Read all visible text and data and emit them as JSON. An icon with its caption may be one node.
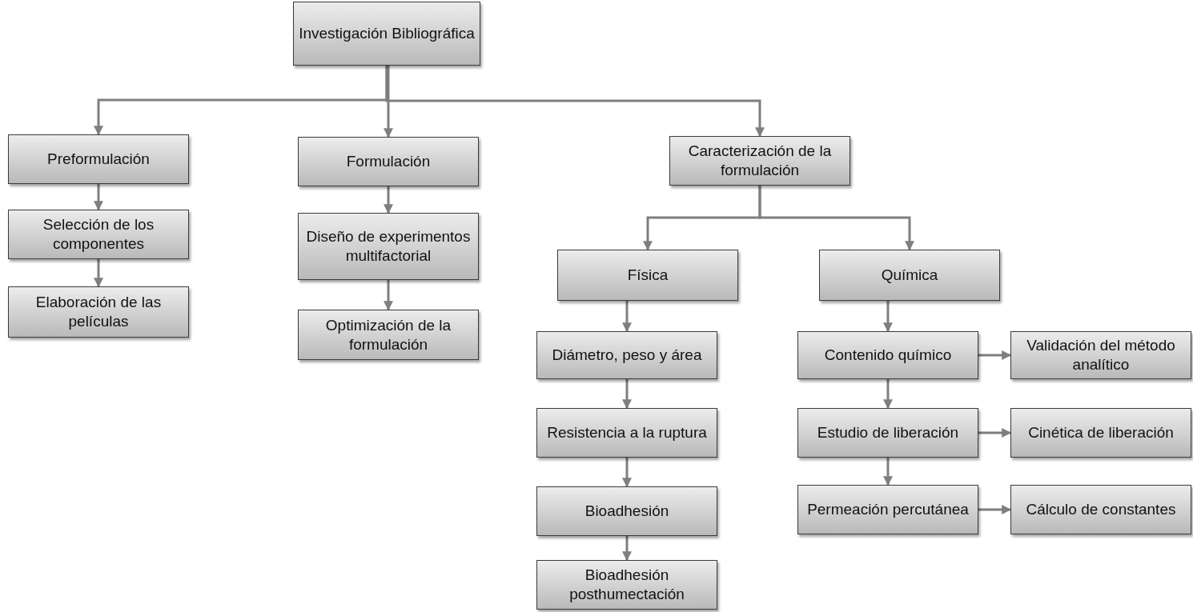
{
  "diagram": {
    "nodes": [
      {
        "text": [
          "Investigación Bibliográfica"
        ]
      },
      {
        "text": [
          "Preformulación"
        ]
      },
      {
        "text": [
          "Formulación"
        ]
      },
      {
        "text": [
          "Caracterización de la formulación"
        ]
      },
      {
        "text": [
          "Selección de los componentes"
        ]
      },
      {
        "text": [
          "Elaboración de las películas"
        ]
      },
      {
        "text": [
          "Diseño de experimentos multifactorial"
        ]
      },
      {
        "text": [
          "Optimización de la formulación"
        ]
      },
      {
        "text": [
          "Física"
        ]
      },
      {
        "text": [
          "Química"
        ]
      },
      {
        "text": [
          "Diámetro, peso y área"
        ]
      },
      {
        "text": [
          "Resistencia a la ruptura"
        ]
      },
      {
        "text": [
          "Bioadhesión"
        ]
      },
      {
        "text": [
          "Bioadhesión posthumectación"
        ]
      },
      {
        "text": [
          "Contenido químico"
        ]
      },
      {
        "text": [
          "Validación del método analítico"
        ]
      },
      {
        "text": [
          "Estudio de liberación"
        ]
      },
      {
        "text": [
          "Cinética de liberación"
        ]
      },
      {
        "text": [
          "Permeación percutánea"
        ]
      },
      {
        "text": [
          "Cálculo de constantes"
        ]
      }
    ],
    "edges": [
      {
        "from": 0,
        "to": 1,
        "arrow": "to"
      },
      {
        "from": 0,
        "to": 2,
        "arrow": "to"
      },
      {
        "from": 0,
        "to": 3,
        "arrow": "to"
      },
      {
        "from": 1,
        "to": 4,
        "arrow": "to"
      },
      {
        "from": 4,
        "to": 5,
        "arrow": "to"
      },
      {
        "from": 2,
        "to": 6,
        "arrow": "to"
      },
      {
        "from": 6,
        "to": 7,
        "arrow": "to"
      },
      {
        "from": 3,
        "to": 8,
        "arrow": "to"
      },
      {
        "from": 3,
        "to": 9,
        "arrow": "to"
      },
      {
        "from": 8,
        "to": 10,
        "arrow": "to"
      },
      {
        "from": 10,
        "to": 11,
        "arrow": "to"
      },
      {
        "from": 11,
        "to": 12,
        "arrow": "to"
      },
      {
        "from": 12,
        "to": 13,
        "arrow": "to"
      },
      {
        "from": 9,
        "to": 14,
        "arrow": "to"
      },
      {
        "from": 14,
        "to": 16,
        "arrow": "to"
      },
      {
        "from": 16,
        "to": 18,
        "arrow": "to"
      },
      {
        "from": 14,
        "to": 15,
        "arrow": "to"
      },
      {
        "from": 16,
        "to": 17,
        "arrow": "to"
      },
      {
        "from": 18,
        "to": 19,
        "arrow": "to"
      }
    ]
  }
}
